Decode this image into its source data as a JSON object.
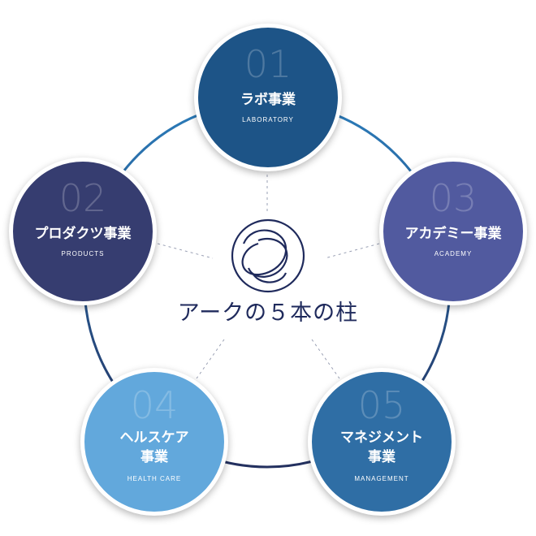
{
  "center": {
    "title": "アークの５本の柱"
  },
  "colors": {
    "ring_top": "#2b7cba",
    "ring_bottom": "#23305f",
    "logo": "#1f2a5c",
    "dash": "#9aa0b4"
  },
  "pillars": [
    {
      "number": "01",
      "title_lines": [
        "ラボ事業"
      ],
      "subtitle": "LABORATORY",
      "color": "#1d5487"
    },
    {
      "number": "02",
      "title_lines": [
        "プロダクツ事業"
      ],
      "subtitle": "PRODUCTS",
      "color": "#363d70"
    },
    {
      "number": "03",
      "title_lines": [
        "アカデミー事業"
      ],
      "subtitle": "ACADEMY",
      "color": "#515a9f"
    },
    {
      "number": "04",
      "title_lines": [
        "ヘルスケア",
        "事業"
      ],
      "subtitle": "HEALTH CARE",
      "color": "#62a8dc"
    },
    {
      "number": "05",
      "title_lines": [
        "マネジメント",
        "事業"
      ],
      "subtitle": "MANAGEMENT",
      "color": "#2f6ea5"
    }
  ]
}
